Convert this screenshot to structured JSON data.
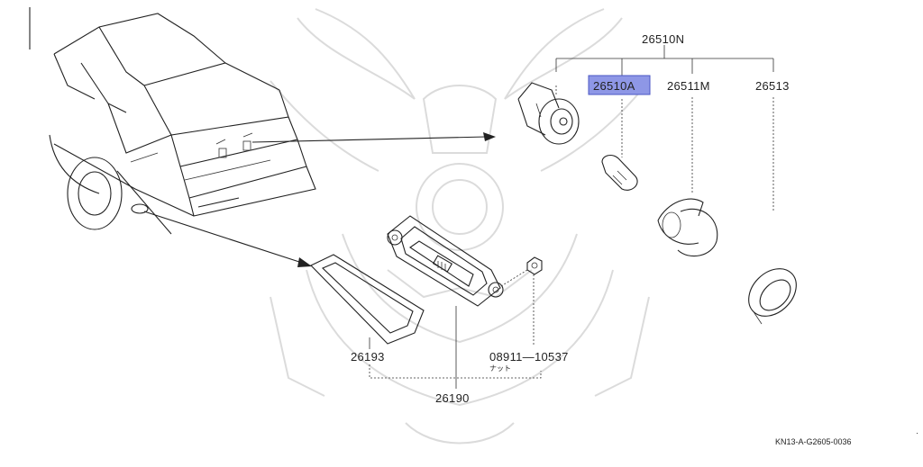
{
  "diagram": {
    "part_labels": {
      "p26510N": "26510N",
      "p26510A": "26510A",
      "p26511M": "26511M",
      "p26513": "26513",
      "p26193": "26193",
      "p08911": "08911—10537",
      "p08911_sub": "ナット",
      "p26190": "26190"
    },
    "highlighted_part": "26510A",
    "highlight_color": "#8e97e6",
    "reference_code": "KN13-A-G2605-0036"
  }
}
